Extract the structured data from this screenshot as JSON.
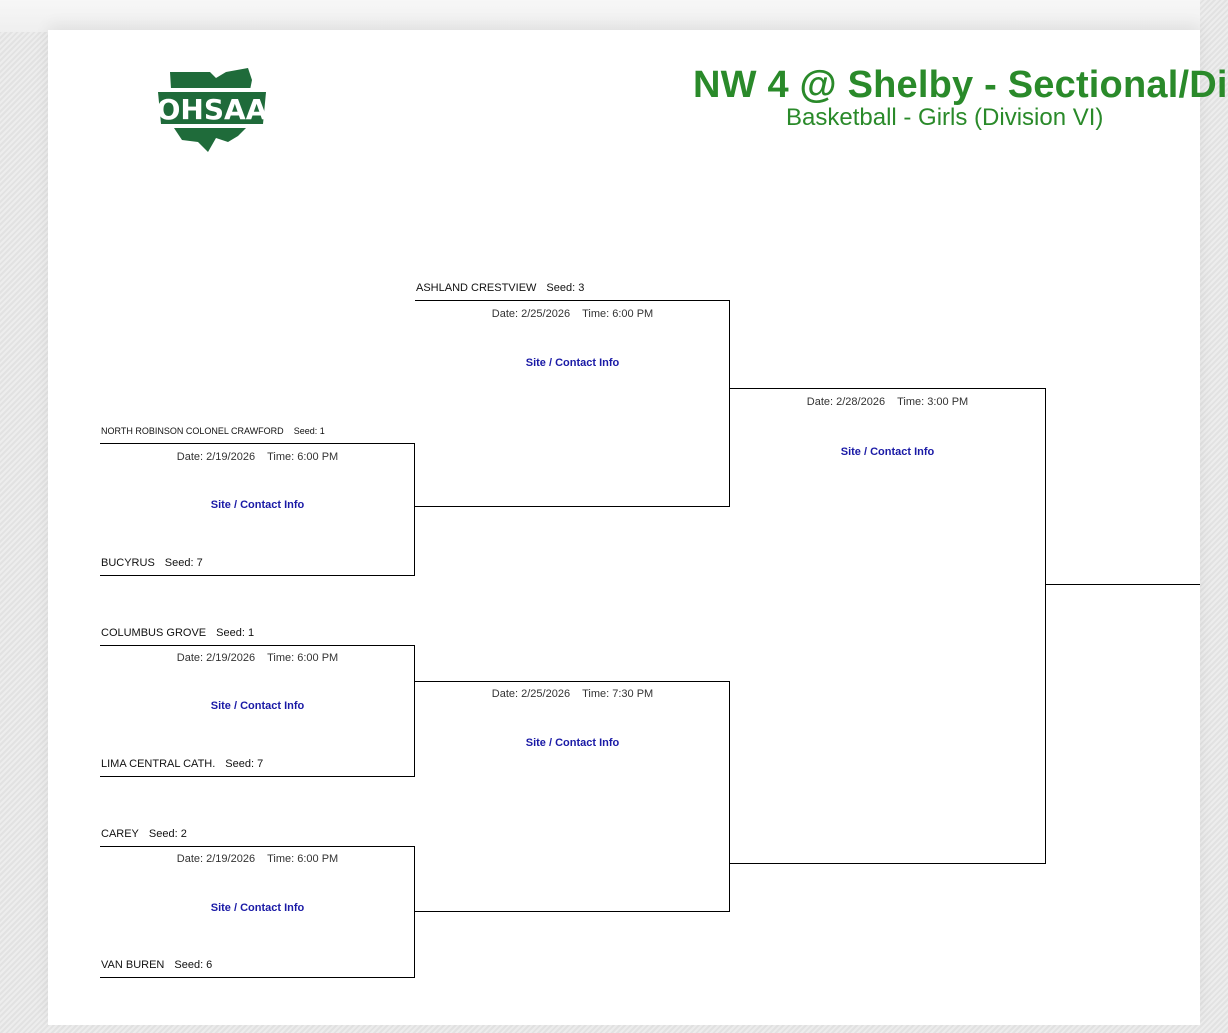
{
  "header": {
    "logo_text": "OHSAA",
    "title": "NW 4 @ Shelby - Sectional/Di",
    "subtitle": "Basketball - Girls (Division VI)"
  },
  "colors": {
    "accent_green": "#2a8a2a",
    "logo_green": "#1f6b3a",
    "link_blue": "#1a1aa6"
  },
  "link_label": "Site / Contact Info",
  "round1": [
    {
      "top_team": "NORTH ROBINSON COLONEL CRAWFORD",
      "top_seed": "Seed: 1",
      "date": "Date: 2/19/2026",
      "time": "Time: 6:00 PM",
      "bottom_team": "BUCYRUS",
      "bottom_seed": "Seed: 7"
    },
    {
      "top_team": "COLUMBUS GROVE",
      "top_seed": "Seed: 1",
      "date": "Date: 2/19/2026",
      "time": "Time: 6:00 PM",
      "bottom_team": "LIMA CENTRAL CATH.",
      "bottom_seed": "Seed: 7"
    },
    {
      "top_team": "CAREY",
      "top_seed": "Seed: 2",
      "date": "Date: 2/19/2026",
      "time": "Time: 6:00 PM",
      "bottom_team": "VAN BUREN",
      "bottom_seed": "Seed: 6"
    }
  ],
  "round2": [
    {
      "top_team": "ASHLAND CRESTVIEW",
      "top_seed": "Seed: 3",
      "date": "Date: 2/25/2026",
      "time": "Time: 6:00 PM"
    },
    {
      "date": "Date: 2/25/2026",
      "time": "Time: 7:30 PM"
    }
  ],
  "round3": [
    {
      "date": "Date: 2/28/2026",
      "time": "Time: 3:00 PM"
    }
  ]
}
